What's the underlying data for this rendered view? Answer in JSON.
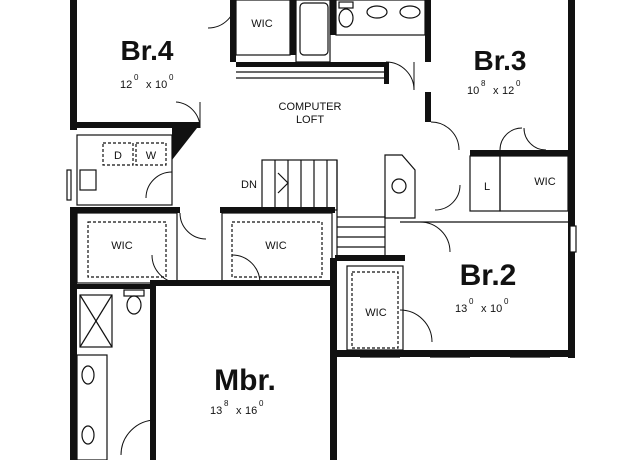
{
  "floor_plan": {
    "rooms": {
      "br4": {
        "name": "Br.4",
        "dim_a": "12",
        "dim_a_sup": "0",
        "dim_sep": "x",
        "dim_b": "10",
        "dim_b_sup": "0"
      },
      "br3": {
        "name": "Br.3",
        "dim_a": "10",
        "dim_a_sup": "8",
        "dim_sep": "x",
        "dim_b": "12",
        "dim_b_sup": "0"
      },
      "br2": {
        "name": "Br.2",
        "dim_a": "13",
        "dim_a_sup": "0",
        "dim_sep": "x",
        "dim_b": "10",
        "dim_b_sup": "0"
      },
      "mbr": {
        "name": "Mbr.",
        "dim_a": "13",
        "dim_a_sup": "8",
        "dim_sep": "x",
        "dim_b": "16",
        "dim_b_sup": "0"
      }
    },
    "labels": {
      "loft_line1": "COMPUTER",
      "loft_line2": "LOFT",
      "wic": "WIC",
      "dn": "DN",
      "dryer": "D",
      "washer": "W",
      "linen": "L"
    }
  }
}
